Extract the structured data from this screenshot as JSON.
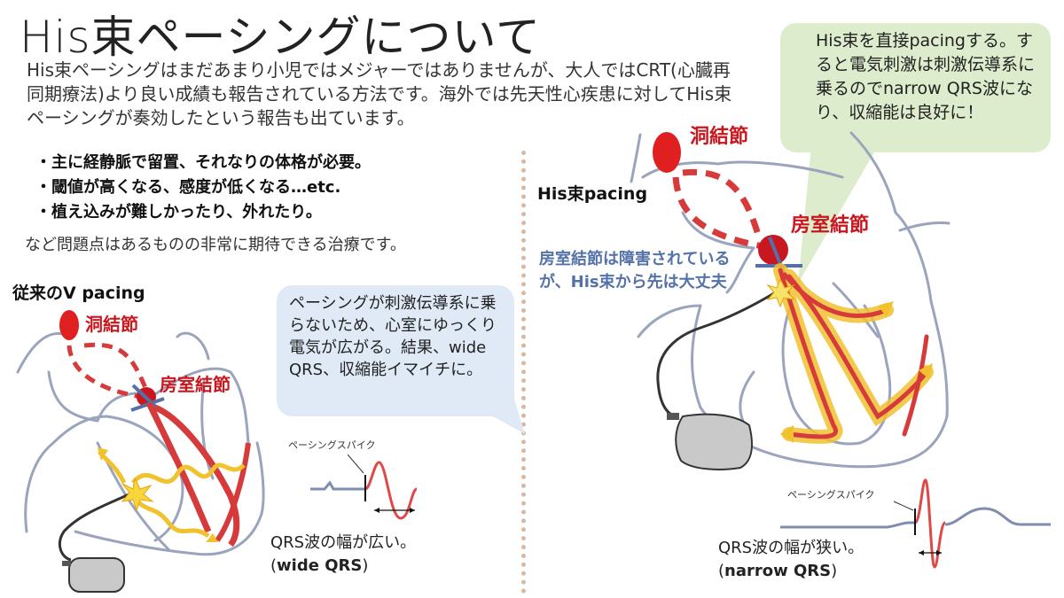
{
  "title": "His束ペーシングについて",
  "intro": "His束ペーシングはまだあまり小児ではメジャーではありませんが、大人ではCRT(心臓再同期療法)より良い成績も報告されている方法です。海外では先天性心疾患に対してHis束ペーシングが奏効したという報告も出ています。",
  "bullets": [
    "・主に経静脈で留置、それなりの体格が必要。",
    "・閾値が高くなる、感度が低くなる…etc.",
    "・植え込みが難しかったり、外れたり。"
  ],
  "summary": "など問題点はあるものの非常に期待できる治療です。",
  "left": {
    "heading": "従来のV pacing",
    "sa_node": "洞結節",
    "av_node": "房室結節",
    "callout": "ペーシングが刺激伝導系に乗らないため、心室にゆっくり電気が広がる。結果、wide QRS、収縮能イマイチに。",
    "spike_label": "ペーシングスパイク",
    "qrs_line1": "QRS波の幅が広い。",
    "qrs_line2_open": "(",
    "qrs_line2_bold": "wide QRS",
    "qrs_line2_close": ")"
  },
  "right": {
    "heading": "His束pacing",
    "sa_node": "洞結節",
    "av_node": "房室結節",
    "callout": "His束を直接pacingする。すると電気刺激は刺激伝導系に乗るのでnarrow QRS波になり、収縮能は良好に！",
    "note": "房室結節は障害されているが、His束から先は大丈夫",
    "spike_label": "ペーシングスパイク",
    "qrs_line1": "QRS波の幅が狭い。",
    "qrs_line2_open": "(",
    "qrs_line2_bold": "narrow QRS",
    "qrs_line2_close": ")"
  },
  "colors": {
    "red": "#d63a3a",
    "dark_red": "#c8171e",
    "yellow": "#f2c12e",
    "outline": "#9aa4bd",
    "blue_note": "#5572a8",
    "callout_blue": "#dfeaf6",
    "callout_green": "#dceccc"
  }
}
